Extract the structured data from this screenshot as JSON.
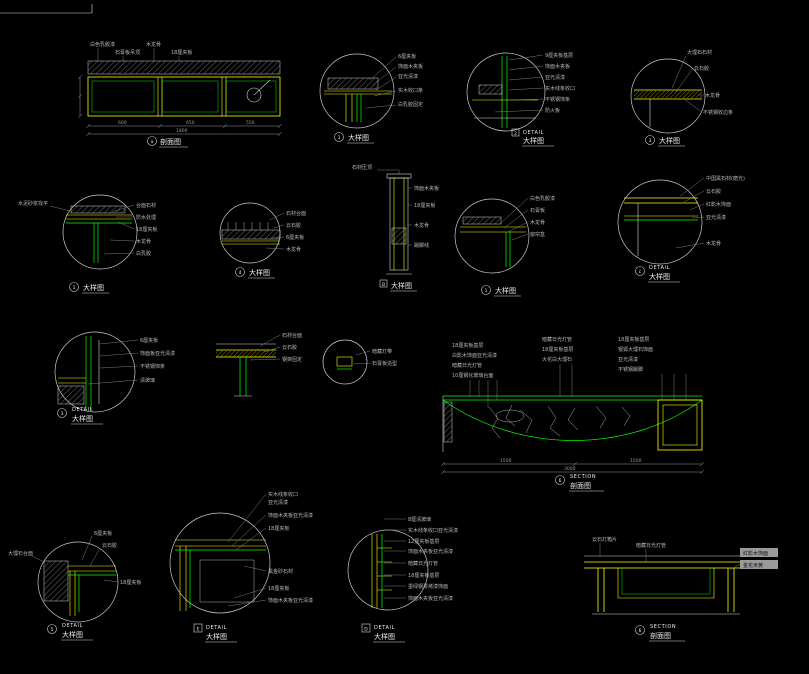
{
  "colors": {
    "background": "#000000",
    "line_yellow": "#ffff00",
    "line_green": "#00ff00",
    "line_white": "#d9d9d9",
    "annotation_gray": "#b9b9b9"
  },
  "details": {
    "a": {
      "caption": {
        "num": "a",
        "zh": "剖面图"
      },
      "labels": [
        "白色乳胶漆",
        "石膏板吊顶",
        "木龙骨",
        "18厘夹板"
      ],
      "dims": [
        "600",
        "650",
        "550",
        "1800"
      ]
    },
    "b": {
      "caption": {
        "num": "1",
        "zh": "大样图"
      },
      "labels": [
        "6厘夹板",
        "饰面木夹板",
        "亚光清漆",
        "实木收口条",
        "白乳胶固定"
      ]
    },
    "c": {
      "caption": {
        "num": "2",
        "en": "DETAIL",
        "zh": "大样图"
      },
      "labels": [
        "9厘夹板基层",
        "饰面木夹板",
        "亚光清漆",
        "实木线条收口",
        "不锈钢饰条",
        "防火板"
      ]
    },
    "d": {
      "caption": {
        "num": "3",
        "zh": "大样图"
      },
      "labels": [
        "大理石石材",
        "云石胶",
        "木龙骨",
        "不锈钢收边条"
      ]
    },
    "e": {
      "caption": {
        "num": "1",
        "zh": "大样图"
      },
      "left_label": "水泥砂浆找平",
      "labels": [
        "台面石材",
        "防水处理",
        "18厘夹板",
        "木龙骨",
        "白乳胶"
      ]
    },
    "f": {
      "caption": {
        "num": "4",
        "zh": "大样图"
      },
      "labels": [
        "石材台面",
        "云石胶",
        "6厘夹板",
        "木龙骨"
      ]
    },
    "g": {
      "caption": {
        "num": "B",
        "zh": "大样图"
      },
      "top_label": "石材压顶",
      "labels": [
        "饰面木夹板",
        "18厘夹板",
        "木龙骨",
        "踢脚线"
      ]
    },
    "h": {
      "caption": {
        "num": "1",
        "zh": "大样图"
      },
      "labels": [
        "白色乳胶漆",
        "石膏板",
        "木龙骨",
        "窗帘盒"
      ]
    },
    "i": {
      "caption": {
        "num": "c",
        "en": "DETAIL",
        "zh": "大样图"
      },
      "labels": [
        "中国黑石材(磨光)",
        "云石胶",
        "红影木饰面",
        "亚光清漆",
        "木龙骨"
      ]
    },
    "j": {
      "caption": {
        "num": "3",
        "en": "DETAIL",
        "zh": "大样图"
      },
      "labels": [
        "6厘夹板",
        "饰面板亚光清漆",
        "不锈钢饰条",
        "清玻璃"
      ]
    },
    "k": {
      "labels": [
        "石材台面",
        "云石胶",
        "钢架固定"
      ]
    },
    "l": {
      "labels": [
        "暗藏灯带",
        "石膏板造型"
      ]
    },
    "m": {
      "caption": {
        "num": "6",
        "en": "SECTION",
        "zh": "剖面图"
      },
      "cluster1": [
        "18厘夹板基层",
        "白影木饰面亚光清漆",
        "暗藏日光灯管",
        "10厘钢化玻璃台面"
      ],
      "cluster2": [
        "暗藏日光灯管",
        "18厘夹板基层",
        "大花白大理石"
      ],
      "cluster3": [
        "18厘夹板基层",
        "银狐大理石饰面",
        "亚光清漆",
        "不锈钢踢脚"
      ],
      "dims": [
        "1500",
        "1500",
        "3000"
      ]
    },
    "n": {
      "caption": {
        "num": "5",
        "en": "DETAIL",
        "zh": "大样图"
      },
      "top_labels": [
        "6厘夹板",
        "云石胶"
      ],
      "left_label": "大理石台面",
      "right_label": "18厘夹板"
    },
    "o": {
      "caption": {
        "num": "E",
        "en": "DETAIL",
        "zh": "大样图"
      },
      "labels": [
        "实木线条收口",
        "亚光清漆",
        "饰面木夹板亚光清漆",
        "18厘夹板",
        "黑金砂石材",
        "18厘夹板",
        "饰面木夹板亚光清漆"
      ]
    },
    "p": {
      "caption": {
        "num": "D",
        "en": "DETAIL",
        "zh": "大样图"
      },
      "labels": [
        "8厘清玻璃",
        "实木线条收口亚光清漆",
        "12厘夹板基层",
        "饰面木夹板亚光清漆",
        "暗藏日光灯管",
        "18厘夹板基层",
        "墨绿钢琴烤漆饰面",
        "饰面木夹板亚光清漆"
      ]
    },
    "q": {
      "caption": {
        "num": "6",
        "en": "SECTION",
        "zh": "剖面图"
      },
      "top_labels": [
        "云石灯箱片",
        "暗藏日光灯管"
      ],
      "boxed_labels": [
        "红影木饰面",
        "金花米黄"
      ]
    }
  }
}
